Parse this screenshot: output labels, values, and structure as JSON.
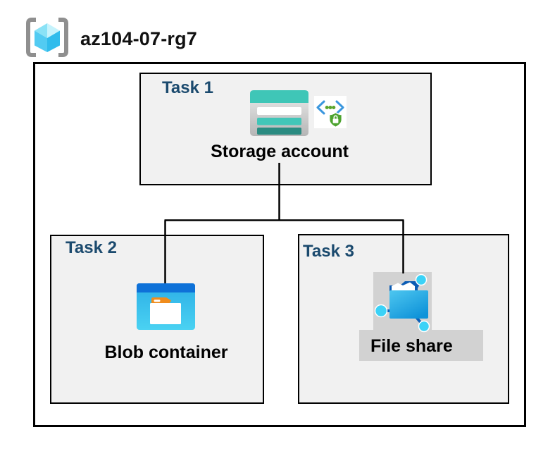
{
  "header": {
    "title": "az104-07-rg7",
    "icon": "resource-group-icon"
  },
  "resource_group": {
    "tasks": [
      {
        "label": "Task 1",
        "node": "Storage account",
        "icons": [
          "storage-account-icon",
          "sas-lock-icon"
        ]
      },
      {
        "label": "Task 2",
        "node": "Blob container",
        "icons": [
          "blob-container-icon"
        ]
      },
      {
        "label": "Task 3",
        "node": "File share",
        "icons": [
          "file-share-icon"
        ],
        "highlighted": true
      }
    ],
    "connections": [
      {
        "from": "Storage account",
        "to": "Blob container"
      },
      {
        "from": "Storage account",
        "to": "File share"
      }
    ]
  },
  "colors": {
    "task_title_blue": "#1b4a6e",
    "box_fill": "#f1f1f1",
    "border_black": "#000000",
    "highlight_gray": "#d2d2d2",
    "storage_teal": "#3fc6b7",
    "storage_teal_dark": "#2a8b81",
    "blob_header_blue": "#0e71d8",
    "blob_body_cyan": "#3ac4ee",
    "file_folder_cyan": "#2fb4e8",
    "file_node_cyan": "#3bd2f7",
    "file_stem_blue": "#0a5fb8",
    "sas_chevron_blue": "#3b97de",
    "sas_green": "#55a32b",
    "cube_cyan_light": "#c6f3fc",
    "cube_cyan_mid": "#52cbf2",
    "cube_cyan_dark": "#30bcec",
    "bracket_gray": "#8f8f8f"
  }
}
